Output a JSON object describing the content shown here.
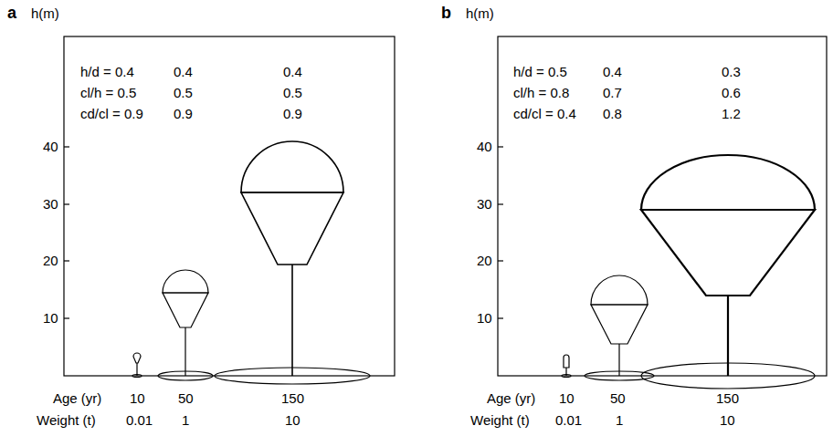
{
  "diagram": {
    "labels": [
      "a",
      "h(m)",
      "h/d = 0.4",
      "0.4",
      "0.4",
      "cl/h = 0.5",
      "0.5",
      "0.5",
      "cd/cl = 0.9",
      "0.9",
      "0.9",
      "40",
      "30",
      "20",
      "10",
      "Age (yr)",
      "10",
      "50",
      "150",
      "Weight (t)",
      "0.01",
      "1",
      "10",
      "b",
      "h(m)",
      "h/d = 0.5",
      "0.4",
      "0.3",
      "cl/h = 0.8",
      "0.7",
      "0.6",
      "cd/cl = 0.4",
      "0.8",
      "1.2",
      "40",
      "30",
      "20",
      "10",
      "Age (yr)",
      "10",
      "50",
      "150",
      "Weight (t)",
      "0.01",
      "1",
      "10"
    ]
  }
}
